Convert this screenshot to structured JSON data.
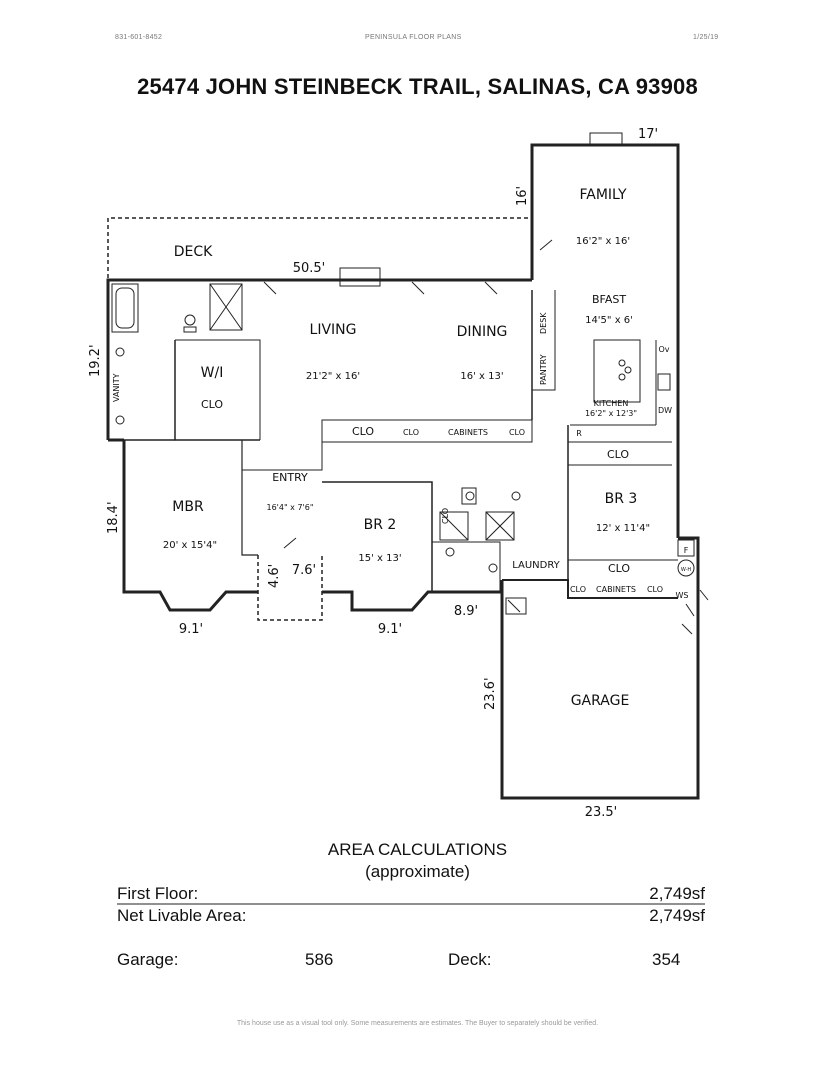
{
  "header": {
    "phone": "831-601-8452",
    "company": "PENINSULA FLOOR PLANS",
    "date": "1/25/19"
  },
  "title": "25474 JOHN STEINBECK TRAIL, SALINAS, CA  93908",
  "rooms": {
    "family": {
      "name": "FAMILY",
      "size": "16'2\" x 16'"
    },
    "deck": {
      "name": "DECK"
    },
    "living": {
      "name": "LIVING",
      "size": "21'2\" x 16'"
    },
    "dining": {
      "name": "DINING",
      "size": "16' x 13'"
    },
    "bfast": {
      "name": "BFAST",
      "size": "14'5\" x 6'"
    },
    "kitchen": {
      "name": "KITCHEN",
      "size": "16'2\" x 12'3\""
    },
    "wi_clo": {
      "name": "W/I",
      "name2": "CLO"
    },
    "mbr": {
      "name": "MBR",
      "size": "20' x 15'4\""
    },
    "entry": {
      "name": "ENTRY",
      "size": "16'4\" x 7'6\""
    },
    "br2": {
      "name": "BR 2",
      "size": "15' x 13'"
    },
    "br3": {
      "name": "BR 3",
      "size": "12' x 11'4\""
    },
    "laundry": {
      "name": "LAUNDRY"
    },
    "garage": {
      "name": "GARAGE"
    }
  },
  "fixtures": {
    "vanity": "VANITY",
    "desk": "DESK",
    "pantry": "PANTRY",
    "clo": "CLO",
    "cabinets": "CABINETS",
    "ov": "Ov",
    "dw": "DW",
    "r": "R",
    "ws": "WS",
    "f": "F",
    "wh": "W-H"
  },
  "measurements": {
    "m17": "17'",
    "m16": "16'",
    "m50_5": "50.5'",
    "m19_2": "19.2'",
    "m18_4": "18.4'",
    "m4_6": "4.6'",
    "m7_6": "7.6'",
    "m9_1a": "9.1'",
    "m9_1b": "9.1'",
    "m8_9": "8.9'",
    "m23_6": "23.6'",
    "m23_5": "23.5'"
  },
  "area": {
    "heading": "AREA CALCULATIONS",
    "subheading": "(approximate)",
    "first_floor_label": "First Floor:",
    "first_floor_value": "2,749sf",
    "net_livable_label": "Net Livable Area:",
    "net_livable_value": "2,749sf",
    "garage_label": "Garage:",
    "garage_value": "586",
    "deck_label": "Deck:",
    "deck_value": "354"
  },
  "footnote": "This house      use as a visual tool only.  Some measurements are estimates.  The Buyer to separately should be verified."
}
